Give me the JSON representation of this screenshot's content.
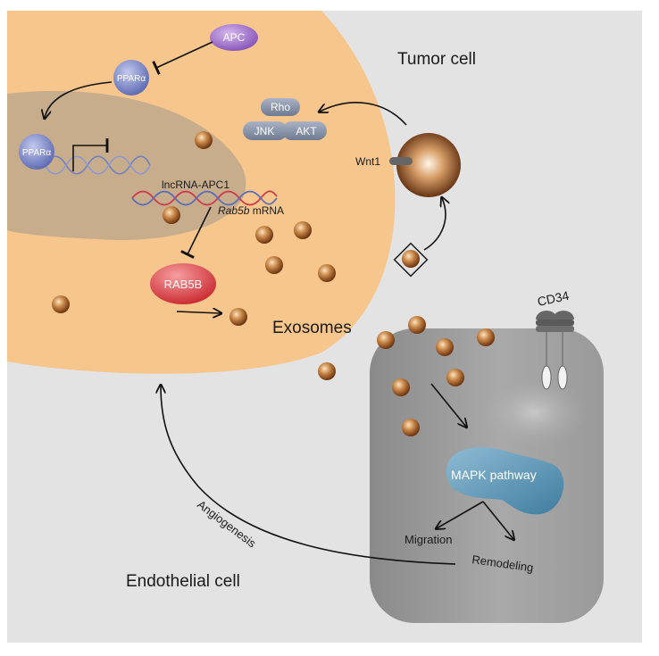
{
  "labels": {
    "tumor_cell": "Tumor cell",
    "endothelial_cell": "Endothelial cell",
    "exosomes": "Exosomes",
    "apc": "APC",
    "ppar_top": "PPARα",
    "ppar_nucleus": "PPARα",
    "lncrna": "lncRNA-APC1",
    "rab5b_mrna_italic": "Rab5b",
    "rab5b_mrna_rest": " mRNA",
    "rab5b": "RAB5B",
    "rho": "Rho",
    "jnk": "JNK",
    "akt": "AKT",
    "wnt1": "Wnt1",
    "cd34": "CD34",
    "mapk": "MAPK pathway",
    "migration": "Migration",
    "remodeling": "Remodeling",
    "angiogenesis": "Angiogenesis"
  },
  "icons": {
    "exosome": "exosome-sphere-icon",
    "wnt_particle": "large-tumor-exosome-icon",
    "cd34_receptor": "cd34-receptor-icon"
  },
  "colors": {
    "background": "#e3e3e3",
    "tumor_cell": "#f6c68c",
    "nucleus": "#c8ad8c",
    "ppar": "#7b86c8",
    "apc": "#9a6cc2",
    "rab5b": "#d8343a",
    "signal_pill": "#8d98ad",
    "endothelial": "#9d9d9d",
    "mapk": "#5f95b4",
    "exosome": "#9c5a1f"
  }
}
